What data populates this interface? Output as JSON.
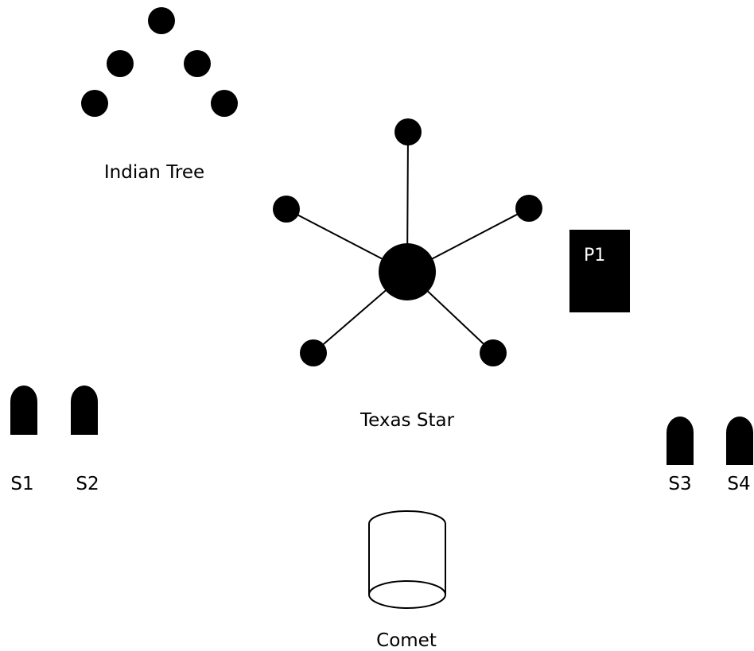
{
  "colors": {
    "ink": "#000000",
    "background": "#ffffff",
    "post_text": "#ffffff"
  },
  "icons": {
    "indian_tree": "circle-icon",
    "texas_star": "circle-icon",
    "shooter": "bullet-icon",
    "comet": "cylinder-icon"
  },
  "indian_tree": {
    "label": "Indian Tree"
  },
  "texas_star": {
    "label": "Texas Star"
  },
  "comet": {
    "label": "Comet"
  },
  "post": {
    "label": "P1"
  },
  "shooters": [
    {
      "label": "S1"
    },
    {
      "label": "S2"
    },
    {
      "label": "S3"
    },
    {
      "label": "S4"
    }
  ]
}
